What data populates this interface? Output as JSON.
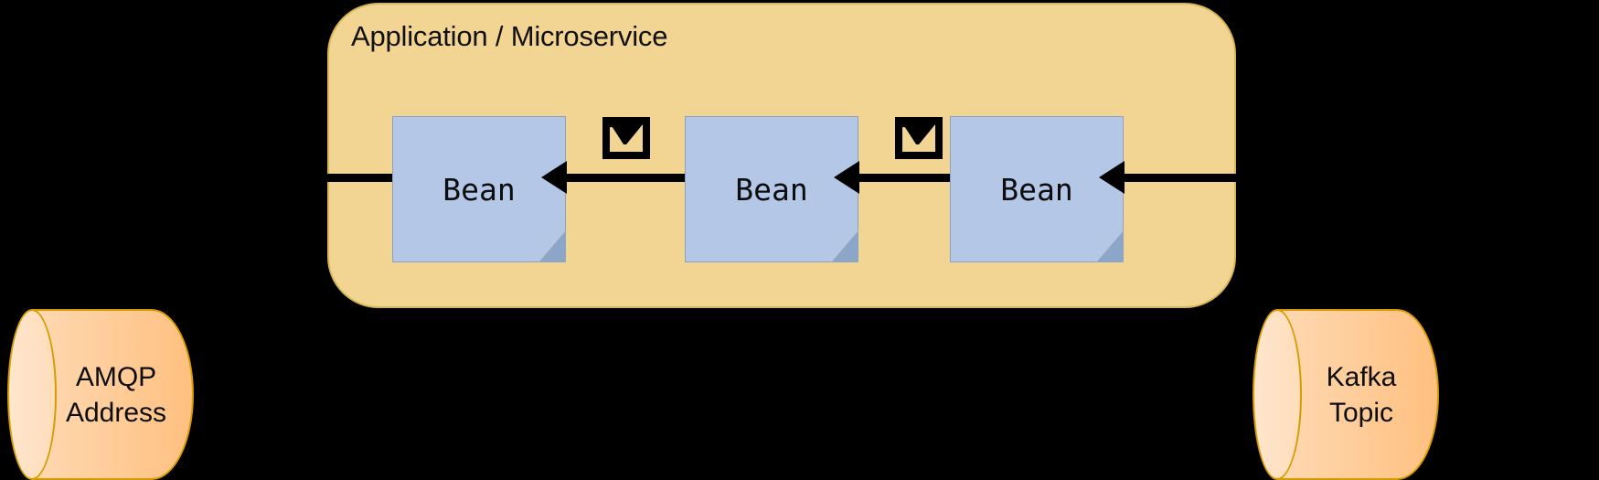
{
  "diagram": {
    "title": "Application / Microservice",
    "background_color": "#000000",
    "panel": {
      "label": "Application / Microservice",
      "fill_color": "#f2d493",
      "border_color": "#d6b656"
    },
    "beans": [
      {
        "label": "Bean"
      },
      {
        "label": "Bean"
      },
      {
        "label": "Bean"
      }
    ],
    "bean_style": {
      "fill_color": "#b4c7e7",
      "border_color": "#8ca2c4",
      "fold_color": "#8ca6c9"
    },
    "messages": [
      {
        "icon": "envelope-icon"
      },
      {
        "icon": "envelope-icon"
      }
    ],
    "arrows": [
      {
        "direction": "left",
        "color": "#000000"
      },
      {
        "direction": "left",
        "color": "#000000"
      },
      {
        "direction": "left",
        "color": "#000000"
      },
      {
        "direction": "left",
        "color": "#000000"
      }
    ],
    "endpoints": [
      {
        "id": "amqp",
        "line1": "AMQP",
        "line2": "Address",
        "shape": "cylinder",
        "fill_color": "#ffc080",
        "border_color": "#d79b00"
      },
      {
        "id": "kafka",
        "line1": "Kafka",
        "line2": "Topic",
        "shape": "cylinder",
        "fill_color": "#ffc080",
        "border_color": "#d79b00"
      }
    ]
  }
}
